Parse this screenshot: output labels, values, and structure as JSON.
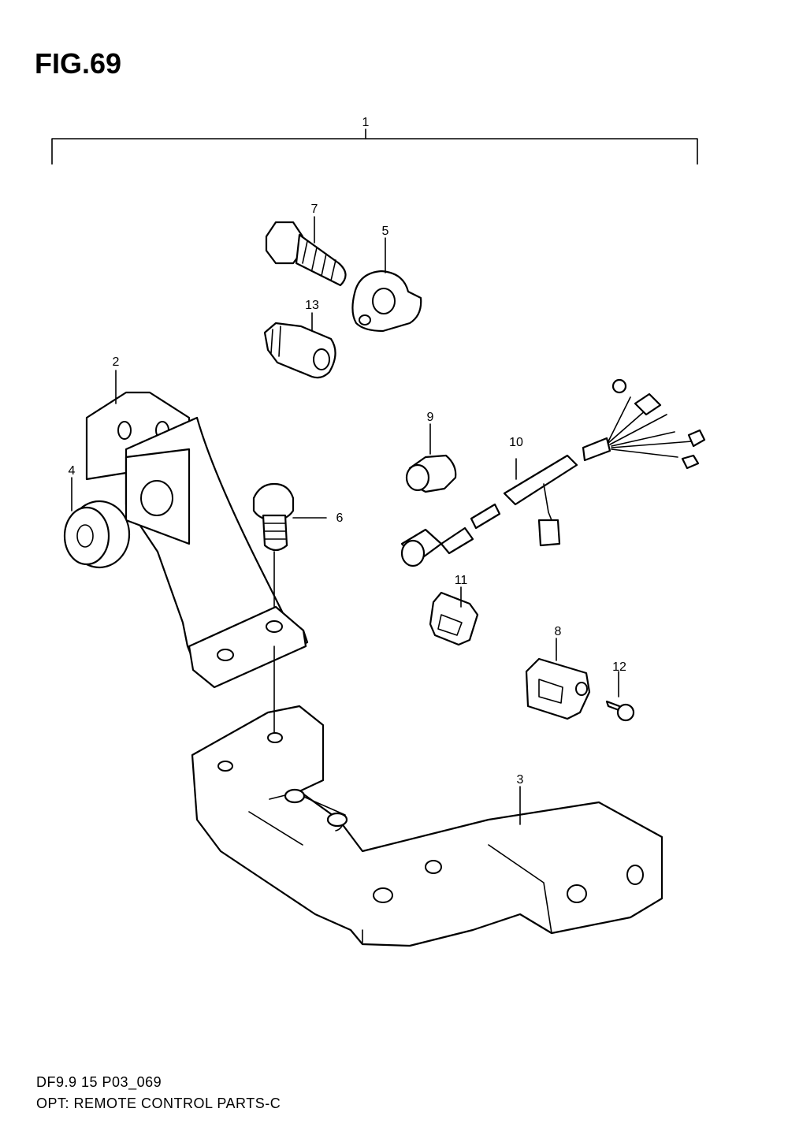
{
  "figure": {
    "title": "FIG.69"
  },
  "callouts": {
    "c1": "1",
    "c2": "2",
    "c3": "3",
    "c4": "4",
    "c5": "5",
    "c6": "6",
    "c7": "7",
    "c8": "8",
    "c9": "9",
    "c10": "10",
    "c11": "11",
    "c12": "12",
    "c13": "13"
  },
  "footer": {
    "model": "DF9.9 15 P03_069",
    "caption": "OPT: REMOTE CONTROL PARTS-C"
  }
}
